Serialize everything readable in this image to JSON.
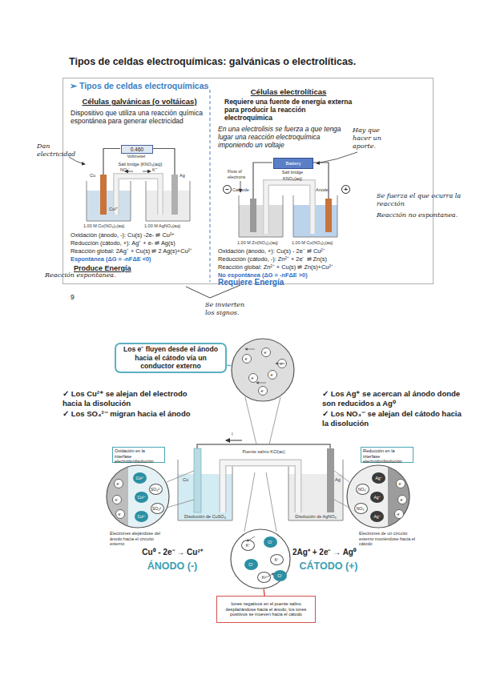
{
  "diagram": {
    "title": "Tipos de celdas electroquímicas: galvánicas o electrolíticas.",
    "nodes": [
      {
        "text": [
          "➢ Tipos de celdas electroquímicas"
        ]
      },
      {
        "text": [
          "0.460"
        ],
        "in": 0
      },
      {
        "text": [
          "Battery"
        ],
        "in": 0
      },
      {
        "text": [
          "−"
        ],
        "in": 0
      },
      {
        "text": [
          "+"
        ],
        "in": 0
      },
      {
        "text": [
          "Los e⁻ fluyen desde el ánodo hacia el cátodo vía un conductor externo"
        ]
      },
      {
        "text": [
          "e⁻",
          "e⁻",
          "e⁻",
          "e⁻",
          "e⁻",
          "e⁻"
        ]
      },
      {
        "text": [
          "Oxidación en la interfase electrodo/disolución"
        ]
      },
      {
        "text": [
          "Cu²⁺",
          "SO₄²⁻",
          "Cu²⁺",
          "SO₄²⁻",
          "Cu²⁺",
          "e⁻",
          "e⁻",
          "e⁻"
        ]
      },
      {
        "text": [
          "Reducción en la interfase electrodo/disolución"
        ]
      },
      {
        "text": [
          "Ag⁺",
          "NO₃⁻",
          "Ag⁺",
          "NO₃⁻",
          "Ag⁺",
          "e⁻",
          "e⁻",
          "e⁻"
        ]
      },
      {
        "text": [
          "K⁺",
          "Cl⁻",
          "K⁺",
          "Cl⁻",
          "K⁺",
          "Cl⁻"
        ]
      },
      {
        "text": [
          "Iones negativos en el puente salino desplazándose hacia el ánodo; los iones positivos se mueven hacia el cátodo"
        ]
      }
    ],
    "edges": [
      {
        "from": 5,
        "to": 6,
        "arrow": "none"
      },
      {
        "from": 11,
        "to": 12,
        "arrow": "none"
      }
    ],
    "labels": [
      "Células galvánicas (o voltáicas)",
      "Dispositivo que utiliza una reacción química espontánea para generar electricidad",
      "Voltmeter",
      "Salt bridge [KNO₃(aq)]",
      "NO₃⁻",
      "K⁺",
      "Cu",
      "Ag",
      "Cu²⁺",
      "1.00 M Cu(NO₃)₂(aq)",
      "1.00 M AgNO₃(aq)",
      "Oxidación (ánodo, -): Cu(s) -2e- ⇌ Cu²⁺",
      "Reducción (cátodo, +): Ag⁺ + e- ⇌ Ag(s)",
      "Reacción global: 2Ag⁺ + Cu(s) ⇌ 2 Ag(s)+Cu²⁺",
      "Espontánea (ΔG = -nFΔE <0)",
      "Produce Energía",
      "Dan electricidad",
      "Reacción espontanea.",
      "Células electrolíticas",
      "Requiere una fuente de energía externa para producir la reacción electroquímica",
      "En una electrolisis se fuerza a que tenga lugar una reacción electroquímica imponiendo un voltaje",
      "Hay que hacer un aporte.",
      "Flow of electrons",
      "Salt bridge",
      "KNO₃(aq)",
      "Cathode",
      "Anode",
      "1.00 M Zn(NO₃)₂(aq)",
      "1.00 M Cu(NO₃)₂(aq)",
      "Oxidación (ánodo, +): Cu(s) - 2e⁻ ⇌ Cu²⁺",
      "Reducción (cátodo, -): Zn²⁺ + 2e⁻ ⇌ Zn(s)",
      "Reacción global: Zn²⁺ + Cu(s) ⇌ Zn(s)+Cu²⁺",
      "No espontánea (ΔG = -nFΔE >0)",
      "Requiere Energía",
      "Se fuerza el que ocurra la reacción",
      "Reacción no espontanea.",
      "9",
      "Se invierten los signos.",
      "✓ Los Cu²⁺ se alejan del electrodo hacia la disolución",
      "✓ Los SO₄²⁻ migran hacia el ánodo",
      "✓ Los Ag⁺ se acercan al ánodo donde son reducidos a Ag⁰",
      "✓ Los NO₃⁻ se alejan del cátodo hacia la disolución",
      "I",
      "Puente salino KCl(ac)",
      "Cu",
      "Ag",
      "Disolución de CuSO₄",
      "Disolución de AgNO₃",
      "Electrones alejándose del ánodo hacia el circuito externo",
      "Electrones de un circuito externo moviéndose hacia el cátodo",
      "Cu⁰ - 2e⁻ → Cu²⁺",
      "ÁNODO (-)",
      "2Ag⁺ + 2e⁻ → Ag⁰",
      "CÁTODO (+)"
    ]
  }
}
